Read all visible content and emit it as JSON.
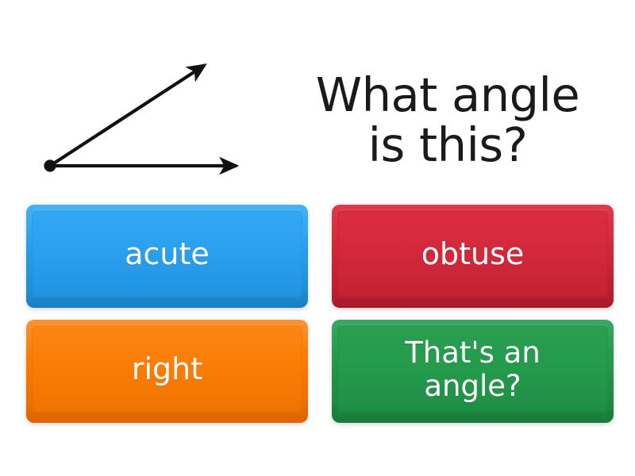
{
  "question": {
    "title_line1": "What angle",
    "title_line2": "is this?",
    "figure": {
      "name": "acute-angle-diagram",
      "vertex": [
        63,
        209
      ],
      "ray_horizontal_end": [
        308,
        209
      ],
      "ray_diagonal_end": [
        267,
        78
      ],
      "approx_degrees": 28,
      "stroke_color": "#111111"
    }
  },
  "answers": [
    {
      "label": "acute",
      "color": "#2ba0ee",
      "position": "top-left"
    },
    {
      "label": "obtuse",
      "color": "#d4293b",
      "position": "top-right"
    },
    {
      "label": "right",
      "color": "#fa7d05",
      "position": "bottom-left"
    },
    {
      "label": "That's an\nangle?",
      "color": "#259b4c",
      "position": "bottom-right"
    }
  ],
  "theme": {
    "background": "#ffffff",
    "title_color": "#1a1a1a",
    "answer_text_color": "#ffffff"
  }
}
